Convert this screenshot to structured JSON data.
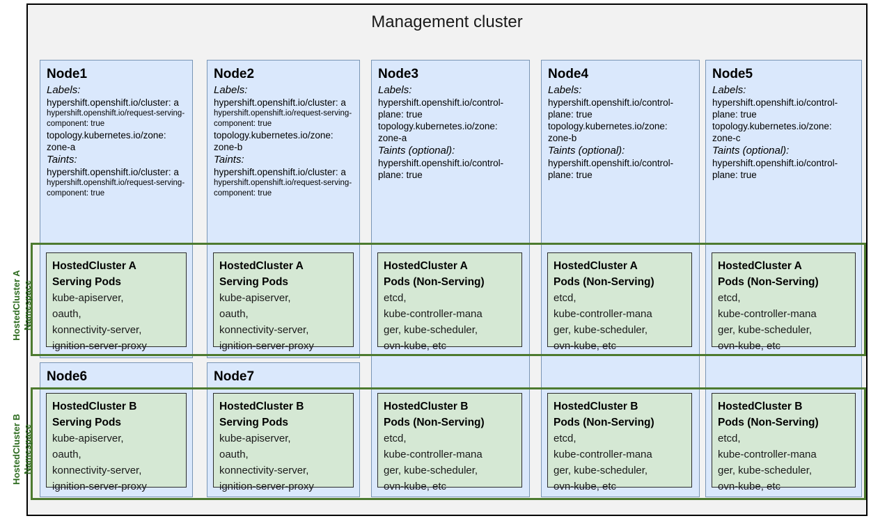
{
  "diagram": {
    "title": "Management cluster",
    "namespaces": [
      {
        "id": "a",
        "label": "HostedCluster A\nNamespace",
        "color": "#2d6b1f"
      },
      {
        "id": "b",
        "label": "HostedCluster B\nNamespace",
        "color": "#2d6b1f"
      }
    ],
    "colors": {
      "node_fill": "#dae8fc",
      "node_stroke": "#6c8ebf",
      "pod_fill": "#d5e8d4",
      "pod_stroke": "#2b2b2b",
      "namespace_stroke": "#4d7a2f",
      "frame_fill": "#f2f2f2",
      "frame_stroke": "#000000"
    },
    "nodes": [
      {
        "name": "Node1",
        "labels_heading": "Labels:",
        "labels": [
          {
            "text": "hypershift.openshift.io/cluster: a",
            "small": false
          },
          {
            "text": "hypershift.openshift.io/request-serving-component: true",
            "small": true
          },
          {
            "text": "topology.kubernetes.io/zone: zone-a",
            "small": false
          }
        ],
        "taints_heading": "Taints:",
        "taints": [
          {
            "text": "hypershift.openshift.io/cluster: a",
            "small": false
          },
          {
            "text": "hypershift.openshift.io/request-serving-component: true",
            "small": true
          }
        ]
      },
      {
        "name": "Node2",
        "labels_heading": "Labels:",
        "labels": [
          {
            "text": "hypershift.openshift.io/cluster: a",
            "small": false
          },
          {
            "text": "hypershift.openshift.io/request-serving-component: true",
            "small": true
          },
          {
            "text": "topology.kubernetes.io/zone: zone-b",
            "small": false
          }
        ],
        "taints_heading": "Taints:",
        "taints": [
          {
            "text": "hypershift.openshift.io/cluster: a",
            "small": false
          },
          {
            "text": "hypershift.openshift.io/request-serving-component: true",
            "small": true
          }
        ]
      },
      {
        "name": "Node3",
        "labels_heading": "Labels:",
        "labels": [
          {
            "text": "hypershift.openshift.io/control-plane: true",
            "small": false
          },
          {
            "text": "topology.kubernetes.io/zone: zone-a",
            "small": false
          }
        ],
        "taints_heading": "Taints (optional):",
        "taints": [
          {
            "text": "hypershift.openshift.io/control-plane: true",
            "small": false
          }
        ]
      },
      {
        "name": "Node4",
        "labels_heading": "Labels:",
        "labels": [
          {
            "text": "hypershift.openshift.io/control-plane: true",
            "small": false
          },
          {
            "text": "topology.kubernetes.io/zone: zone-b",
            "small": false
          }
        ],
        "taints_heading": "Taints (optional):",
        "taints": [
          {
            "text": "hypershift.openshift.io/control-plane: true",
            "small": false
          }
        ]
      },
      {
        "name": "Node5",
        "labels_heading": "Labels:",
        "labels": [
          {
            "text": "hypershift.openshift.io/control-plane: true",
            "small": false
          },
          {
            "text": "topology.kubernetes.io/zone: zone-c",
            "small": false
          }
        ],
        "taints_heading": "Taints (optional):",
        "taints": [
          {
            "text": "hypershift.openshift.io/control-plane: true",
            "small": false
          }
        ]
      },
      {
        "name": "Node6",
        "labels_heading": "",
        "labels": [],
        "taints_heading": "",
        "taints": []
      },
      {
        "name": "Node7",
        "labels_heading": "",
        "labels": [],
        "taints_heading": "",
        "taints": []
      }
    ],
    "pods": {
      "a_serving": {
        "title": "HostedCluster A\nServing Pods",
        "body": "kube-apiserver,\noauth,\nkonnectivity-server,\nignition-server-proxy"
      },
      "a_nonserving": {
        "title": "HostedCluster A\nPods (Non-Serving)",
        "body": "etcd,\nkube-controller-mana\nger, kube-scheduler,\novn-kube, etc"
      },
      "b_serving": {
        "title": "HostedCluster B\nServing Pods",
        "body": "kube-apiserver,\noauth,\nkonnectivity-server,\nignition-server-proxy"
      },
      "b_nonserving": {
        "title": "HostedCluster B\nPods (Non-Serving)",
        "body": "etcd,\nkube-controller-mana\nger, kube-scheduler,\novn-kube, etc"
      }
    }
  }
}
